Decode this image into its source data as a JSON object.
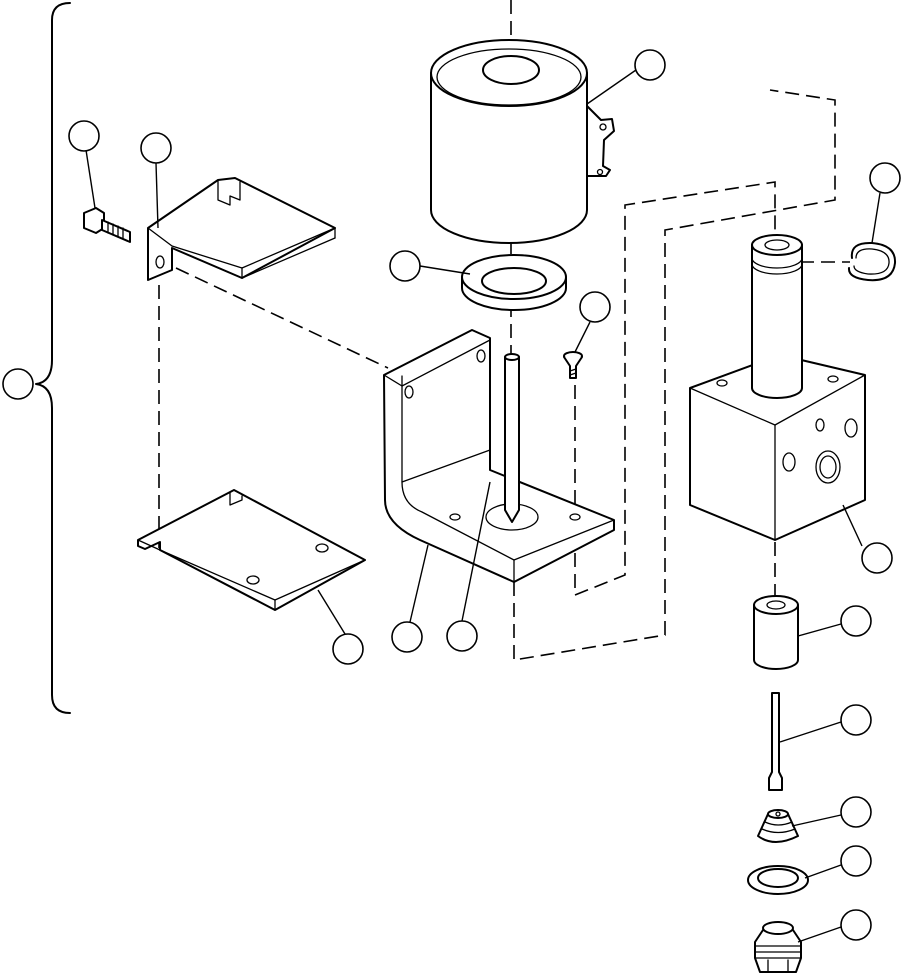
{
  "figure": {
    "kind": "exploded parts diagram",
    "balloons": [
      {
        "id": "assembly",
        "label": ""
      },
      {
        "id": "screw-left",
        "label": ""
      },
      {
        "id": "bracket-top",
        "label": ""
      },
      {
        "id": "coil",
        "label": ""
      },
      {
        "id": "washer",
        "label": ""
      },
      {
        "id": "small-screw",
        "label": ""
      },
      {
        "id": "snap-ring",
        "label": ""
      },
      {
        "id": "valve-block",
        "label": ""
      },
      {
        "id": "plate",
        "label": ""
      },
      {
        "id": "l-bracket",
        "label": ""
      },
      {
        "id": "stem",
        "label": ""
      },
      {
        "id": "sleeve",
        "label": ""
      },
      {
        "id": "pin",
        "label": ""
      },
      {
        "id": "cone",
        "label": ""
      },
      {
        "id": "o-ring",
        "label": ""
      },
      {
        "id": "plug",
        "label": ""
      }
    ]
  }
}
